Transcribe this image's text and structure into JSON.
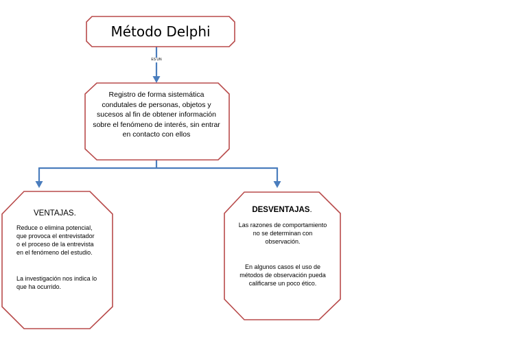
{
  "title": "Método Delphi",
  "link_label": "ES UN",
  "definition": "Registro de forma sistemática condutales de personas, objetos y sucesos al fin de obtener información sobre el fenómeno de interés, sin entrar en contacto con ellos",
  "advantages": {
    "heading": "VENTAJAS.",
    "paragraphs": [
      "Reduce o elimina potencial, que provoca el entrevistador o el proceso de la entrevista en el fenómeno del estudio.",
      "La investigación nos indica lo que ha ocurrido."
    ]
  },
  "disadvantages": {
    "heading": "DESVENTAJAS",
    "heading_suffix": ".",
    "paragraphs": [
      "Las razones de comportamiento no se determinan con observación.",
      "En algunos casos el uso de métodos de observación pueda calificarse un poco ético."
    ]
  },
  "colors": {
    "shape_border": "#b84a4a",
    "connector": "#4a7dbd"
  }
}
